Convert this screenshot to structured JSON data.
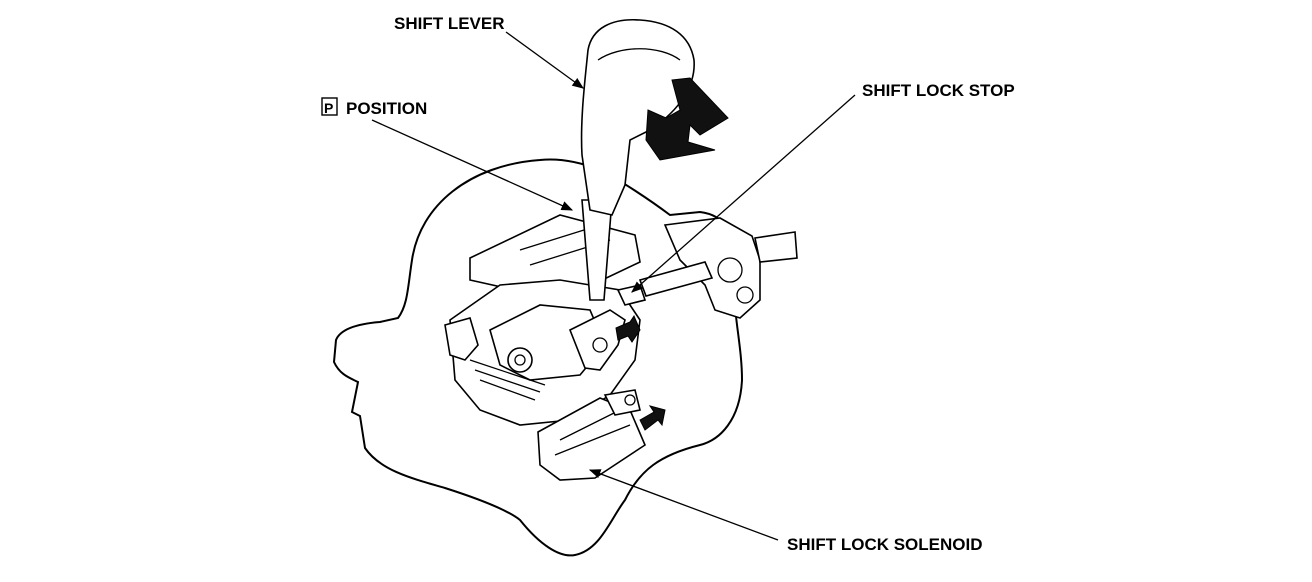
{
  "labels": {
    "shift_lever": "SHIFT LEVER",
    "p_position_letter": "P",
    "p_position": "POSITION",
    "shift_lock_stop": "SHIFT LOCK STOP",
    "shift_lock_solenoid": "SHIFT LOCK SOLENOID"
  },
  "icons": [
    "shift-lever-knob",
    "motion-arrow",
    "leader-arrow"
  ],
  "colors": {
    "ink": "#000000",
    "paper": "#ffffff"
  }
}
